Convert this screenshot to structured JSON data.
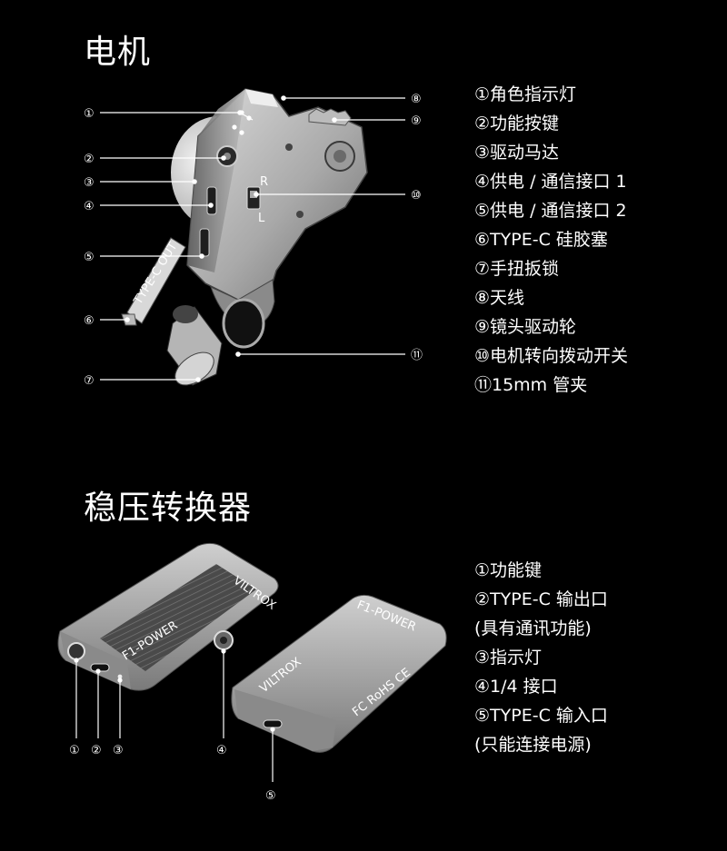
{
  "motor": {
    "title": "电机",
    "parts": [
      "①角色指示灯",
      "②功能按键",
      "③驱动马达",
      "④供电 / 通信接口 1",
      "⑤供电 / 通信接口 2",
      "⑥TYPE-C 硅胶塞",
      "⑦手扭扳锁",
      "⑧天线",
      "⑨镜头驱动轮",
      "⑩电机转向拨动开关",
      "⑪15mm 管夹"
    ],
    "callouts": [
      "①",
      "②",
      "③",
      "④",
      "⑤",
      "⑥",
      "⑦",
      "⑧",
      "⑨",
      "⑩",
      "⑪"
    ],
    "device_labels": {
      "port_label": "TYPE-C OUT",
      "switch_l": "L",
      "switch_r": "R"
    }
  },
  "regulator": {
    "title": "稳压转换器",
    "parts": [
      "①功能键",
      "②TYPE-C 输出口",
      "(具有通讯功能)",
      "③指示灯",
      "④1/4 接口",
      "⑤TYPE-C 输入口",
      "(只能连接电源)"
    ],
    "callouts": [
      "①",
      "②",
      "③",
      "④",
      "⑤"
    ],
    "device_labels": {
      "front_model": "F1-POWER",
      "front_brand": "VILTROX",
      "back_model": "F1-POWER",
      "back_brand": "VILTROX",
      "certs": "FC RoHS CE"
    }
  }
}
